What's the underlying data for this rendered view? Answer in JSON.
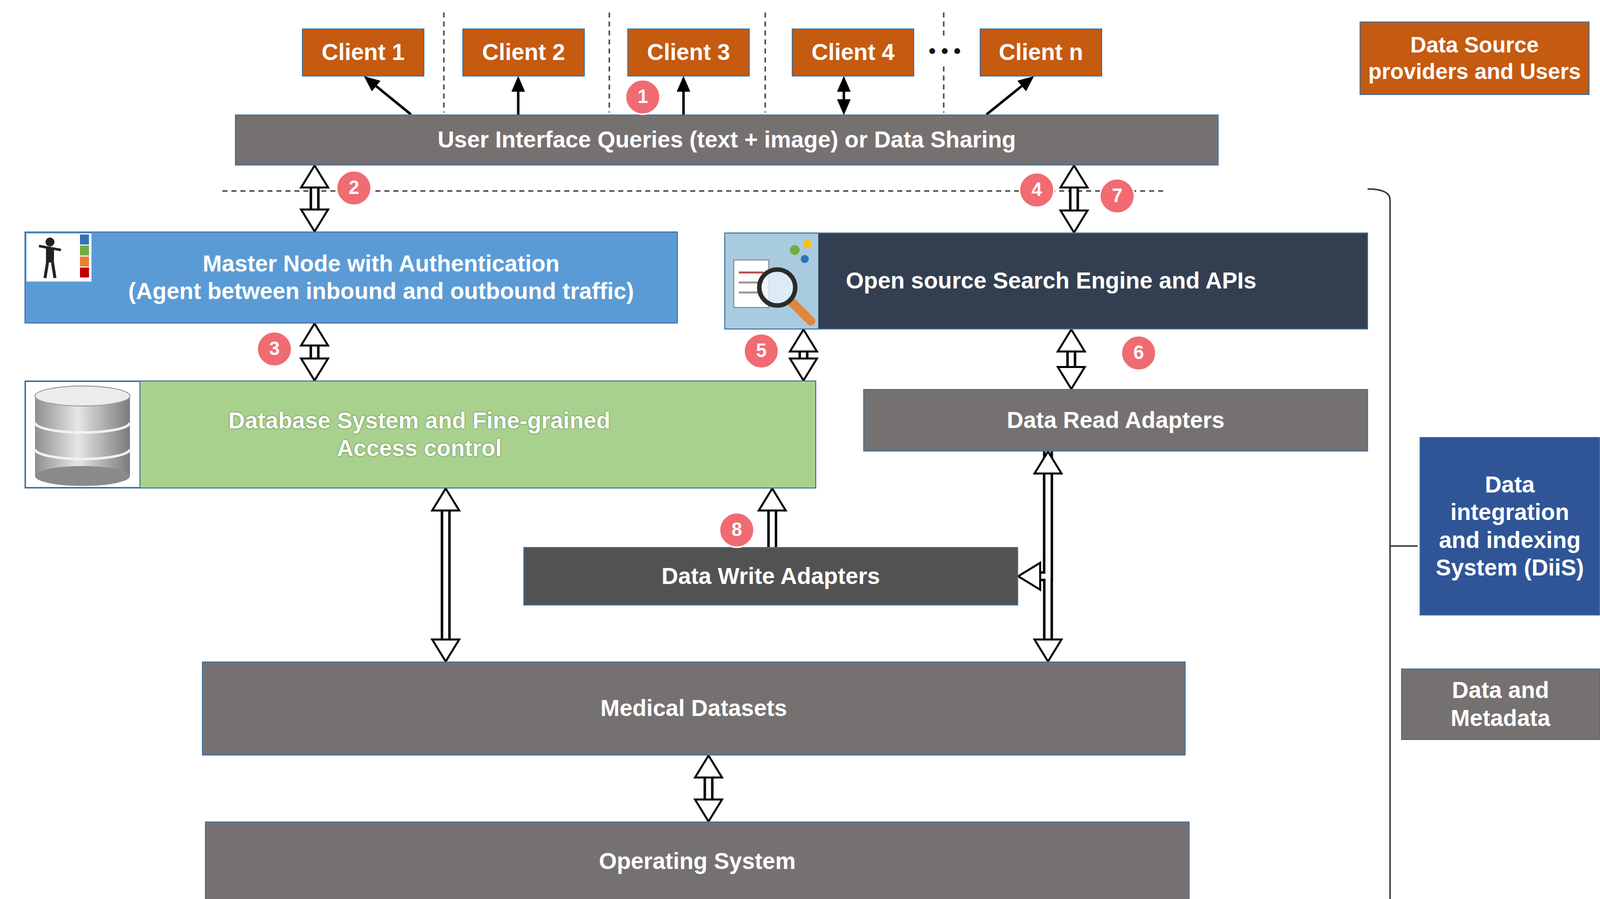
{
  "diagram": {
    "nodes": [
      {
        "text": [
          "Client 1"
        ]
      },
      {
        "text": [
          "Client 2"
        ]
      },
      {
        "text": [
          "Client 3"
        ]
      },
      {
        "text": [
          "Client 4"
        ]
      },
      {
        "text": [
          "Client n"
        ]
      },
      {
        "text": [
          "Data Source providers and Users"
        ]
      },
      {
        "text": [
          "User Interface Queries (text + image) or Data Sharing"
        ]
      },
      {
        "text": [
          "Master Node with Authentication",
          "(Agent between inbound and outbound traffic)"
        ]
      },
      {
        "text": [
          "Open source Search Engine and APIs"
        ]
      },
      {
        "text": [
          "Database System and Fine-grained Access control"
        ]
      },
      {
        "text": [
          "Data Read Adapters"
        ]
      },
      {
        "text": [
          "Data Write Adapters"
        ]
      },
      {
        "text": [
          "Medical Datasets"
        ]
      },
      {
        "text": [
          "Operating System"
        ]
      },
      {
        "text": [
          "Data integration and indexing System (DiiS)"
        ]
      },
      {
        "text": [
          "Data and Metadata"
        ]
      }
    ],
    "edges": [
      {
        "from": 6,
        "to": 0,
        "arrow": "to"
      },
      {
        "from": 6,
        "to": 1,
        "arrow": "to"
      },
      {
        "from": 6,
        "to": 2,
        "arrow": "to"
      },
      {
        "from": 6,
        "to": 3,
        "arrow": "both"
      },
      {
        "from": 6,
        "to": 4,
        "arrow": "to"
      },
      {
        "from": 6,
        "to": 7,
        "arrow": "both"
      },
      {
        "from": 6,
        "to": 8,
        "arrow": "both"
      },
      {
        "from": 7,
        "to": 9,
        "arrow": "both"
      },
      {
        "from": 8,
        "to": 9,
        "arrow": "both"
      },
      {
        "from": 8,
        "to": 10,
        "arrow": "both"
      },
      {
        "from": 11,
        "to": 9,
        "arrow": "to"
      },
      {
        "from": 9,
        "to": 12,
        "arrow": "both"
      },
      {
        "from": 10,
        "to": 12,
        "arrow": "both"
      },
      {
        "from": 10,
        "to": 11,
        "arrow": "to"
      },
      {
        "from": 12,
        "to": 13,
        "arrow": "both"
      }
    ],
    "labels": [
      "1",
      "• • •",
      "2",
      "4",
      "7",
      "3",
      "5",
      "6",
      "8"
    ]
  }
}
